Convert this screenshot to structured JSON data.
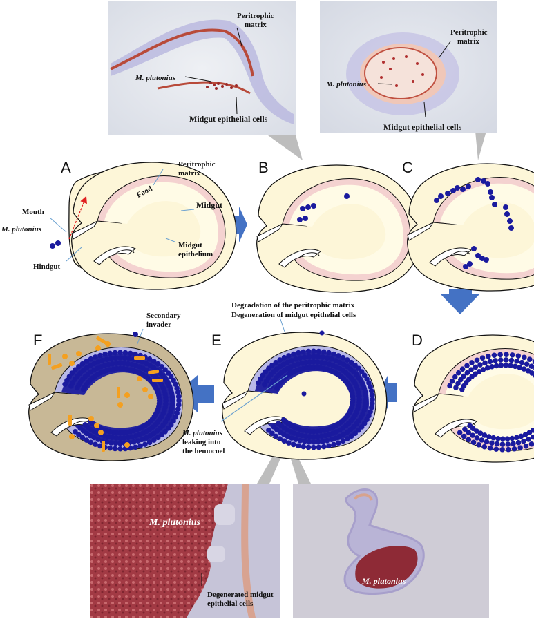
{
  "photos": {
    "top_left": {
      "peritrophic_matrix": [
        "Peritrophic",
        "matrix"
      ],
      "organism": "M. plutonius",
      "epithelial": "Midgut epithelial cells"
    },
    "top_right": {
      "peritrophic_matrix": [
        "Peritrophic",
        "matrix"
      ],
      "organism": "M. plutonius",
      "epithelial": "Midgut epithelial cells"
    },
    "bottom_left": {
      "organism": "M. plutonius",
      "degenerated": [
        "Degenerated midgut",
        "epithelial cells"
      ]
    },
    "bottom_right": {
      "organism": "M. plutonius"
    }
  },
  "panels": {
    "A": {
      "letter": "A",
      "food": "Food",
      "peritrophic_matrix": [
        "Peritrophic",
        "matrix"
      ],
      "midgut": "Midgut",
      "midgut_epithelium": [
        "Midgut",
        "epithelium"
      ],
      "mouth": "Mouth",
      "organism": "M. plutonius",
      "hindgut": "Hindgut"
    },
    "B": {
      "letter": "B"
    },
    "C": {
      "letter": "C"
    },
    "D": {
      "letter": "D"
    },
    "E": {
      "letter": "E",
      "degradation": [
        "Degradation of the peritrophic matrix",
        "Degeneration of midgut epithelial cells"
      ],
      "leaking": [
        "M. plutonius",
        "leaking into",
        "the hemocoel"
      ]
    },
    "F": {
      "letter": "F",
      "secondary": [
        "Secondary",
        "invader"
      ]
    }
  },
  "colors": {
    "arrow": "#4472c4",
    "bacteria": "#1a1a9e",
    "secondary_invader": "#f4a020",
    "larva_body": "#fdf6d8",
    "peritrophic": "#f4d2d0",
    "hemocoel_filled": "#c8b896"
  }
}
